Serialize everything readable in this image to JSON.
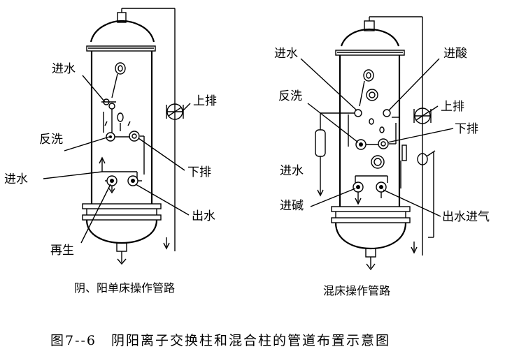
{
  "left_diagram": {
    "caption": "阴、阳单床操作管路",
    "labels": {
      "inlet_top": "进水",
      "backwash": "反洗",
      "inlet_side": "进水",
      "regen": "再生",
      "top_drain": "上排",
      "bottom_drain": "下排",
      "outlet": "出水"
    }
  },
  "right_diagram": {
    "caption": "混床操作管路",
    "labels": {
      "inlet_top": "进水",
      "acid_in": "进酸",
      "backwash": "反洗",
      "top_drain": "上排",
      "bottom_drain": "下排",
      "inlet_side": "进水",
      "alkali_in": "进碱",
      "outlet_air": "出水进气"
    }
  },
  "figure_caption": "图7--6　阴阳离子交换柱和混合柱的管道布置示意图"
}
